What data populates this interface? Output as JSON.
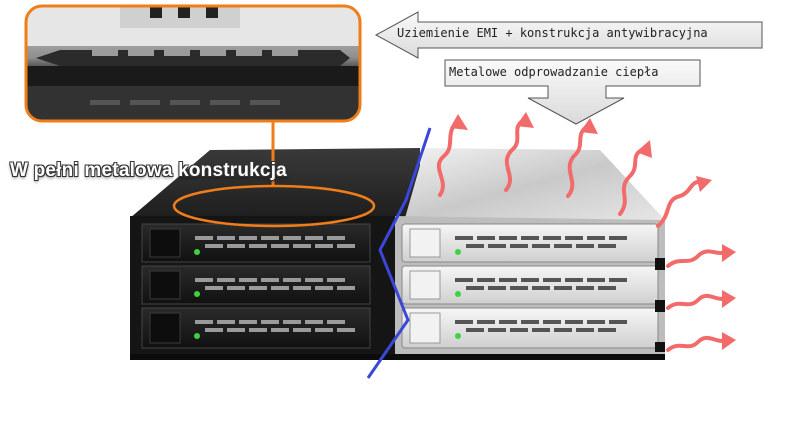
{
  "labels": {
    "emi": "Uziemienie EMI + konstrukcja antywibracyjna",
    "heat": "Metalowe odprowadzanie ciepła",
    "metal": "W pełni metalowa konstrukcja"
  },
  "colors": {
    "callout_border": "#ef7d1a",
    "heat_arrows": "#f26b6b",
    "split_line": "#3b47d6",
    "callout_arrow_fill": "#ececec"
  },
  "product": {
    "bays": 3,
    "led_color": "#3fd13f"
  }
}
